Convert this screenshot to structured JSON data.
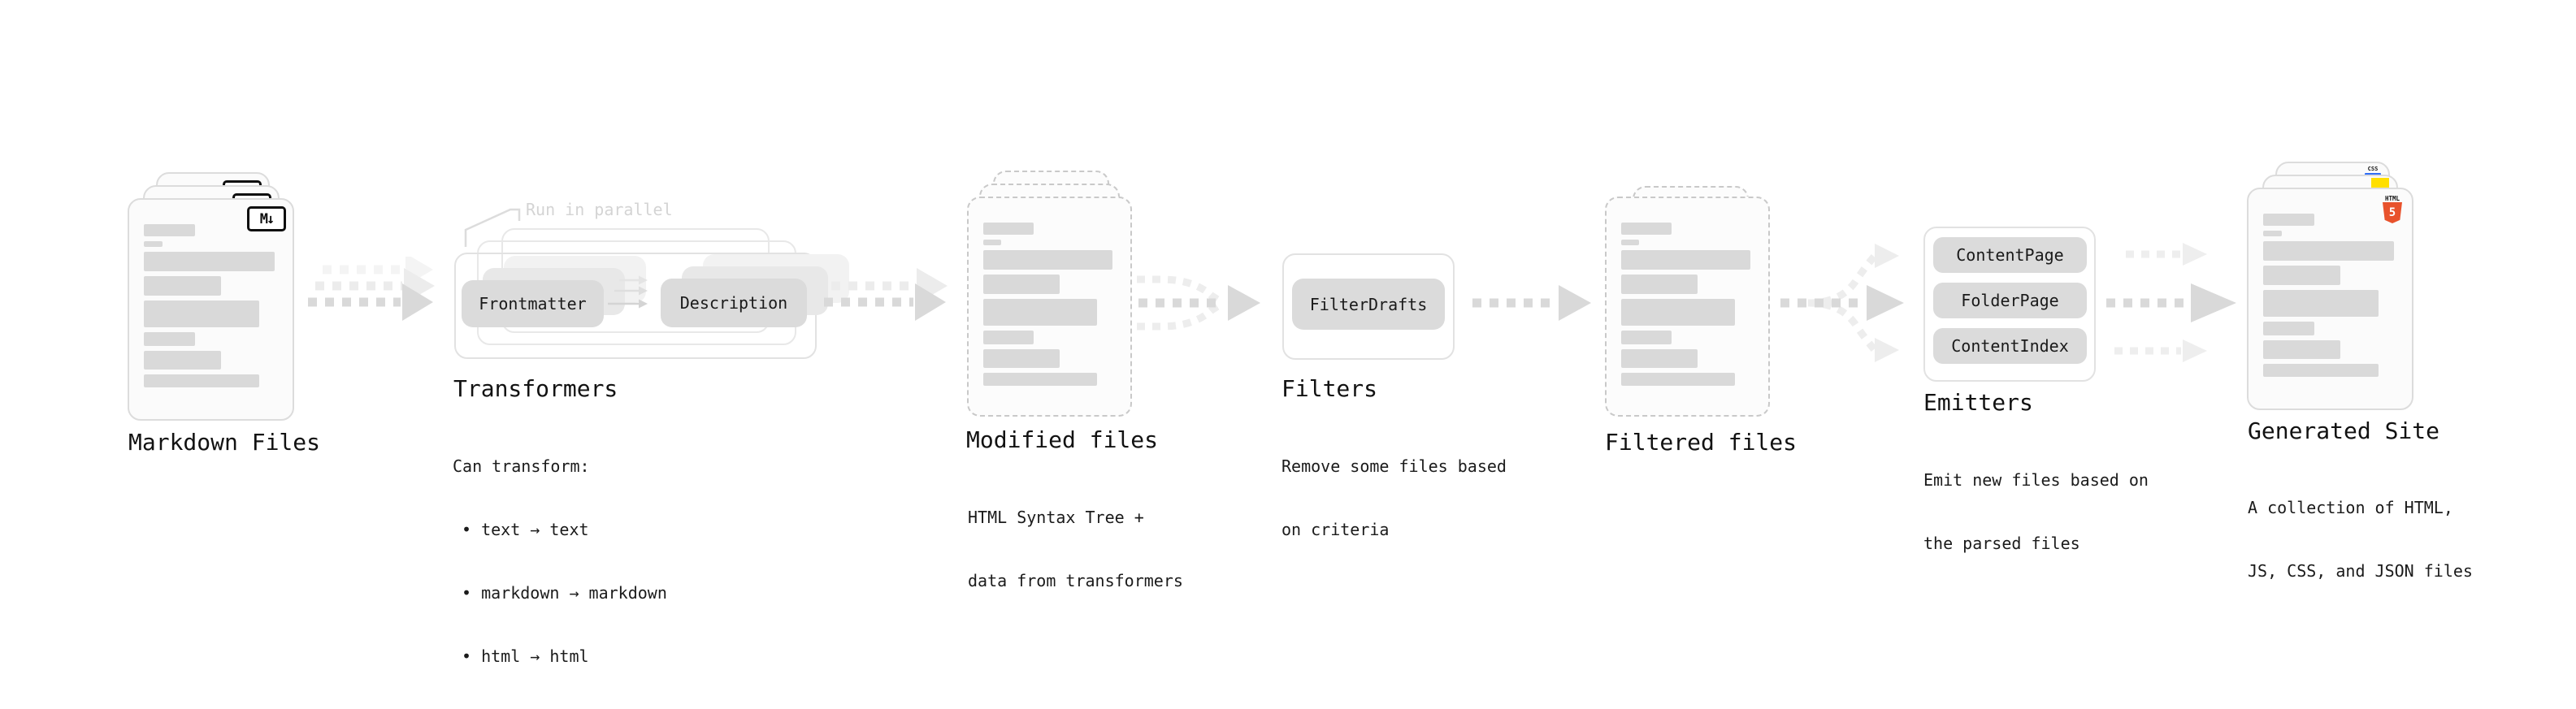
{
  "markdown": {
    "badge": "M↓",
    "label": "Markdown Files"
  },
  "transformers": {
    "note": "Run in parallel",
    "pill_left": "Frontmatter",
    "pill_right": "Description",
    "title": "Transformers",
    "desc_heading": "Can transform:",
    "bullets": [
      "• text → text",
      "• markdown → markdown",
      "• html → html"
    ]
  },
  "modified": {
    "title": "Modified files",
    "desc": [
      "HTML Syntax Tree +",
      "data from transformers"
    ]
  },
  "filters": {
    "pill": "FilterDrafts",
    "title": "Filters",
    "desc": [
      "Remove some files based",
      "on criteria"
    ]
  },
  "filtered": {
    "label": "Filtered files"
  },
  "emitters": {
    "pills": [
      "ContentPage",
      "FolderPage",
      "ContentIndex"
    ],
    "title": "Emitters",
    "desc": [
      "Emit new files based on",
      "the parsed files"
    ]
  },
  "generated": {
    "title": "Generated Site",
    "desc": [
      "A collection of HTML,",
      "JS, CSS, and JSON files"
    ],
    "badge_html_text": "HTML",
    "badge_html_number": "5",
    "badge_css_text": "CSS"
  },
  "colors": {
    "bar_fill": "#d9d9d9",
    "pill_fill": "#dbdbdb",
    "arrow_main": "#d9d9d9",
    "arrow_light": "#ededed",
    "html5_orange": "#e8522c",
    "js_yellow": "#ffdf00",
    "css_blue": "#2f6df6"
  },
  "file_card_bars": [
    {
      "w": 39,
      "h": 15
    },
    {
      "w": 14,
      "h": 7
    },
    {
      "w": 100,
      "h": 24
    },
    {
      "w": 59,
      "h": 24
    },
    {
      "w": 88,
      "h": 33
    },
    {
      "w": 39,
      "h": 17
    },
    {
      "w": 59,
      "h": 23
    },
    {
      "w": 88,
      "h": 16
    }
  ]
}
